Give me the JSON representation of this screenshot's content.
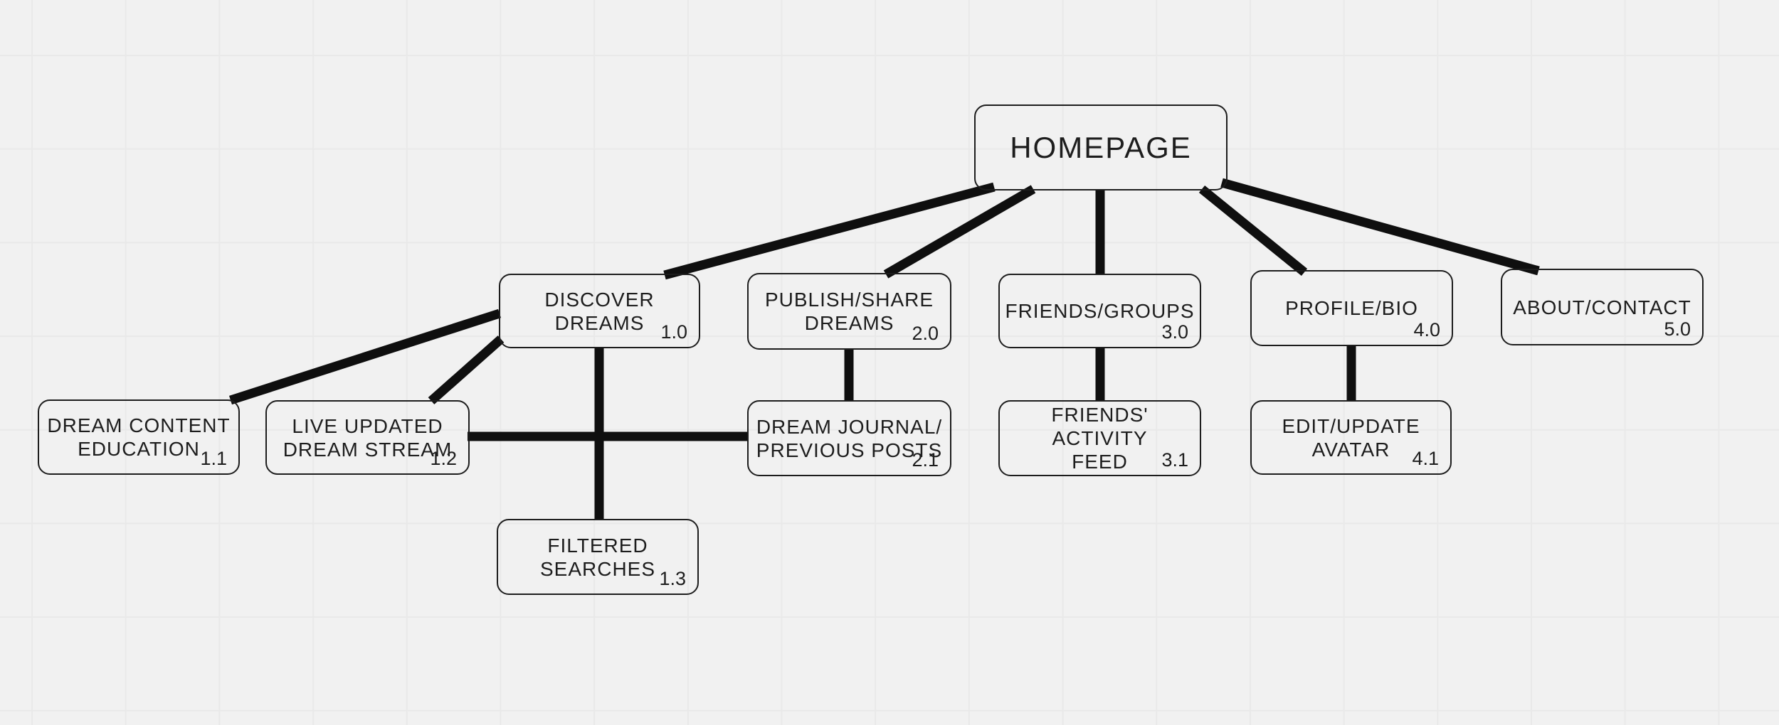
{
  "diagram": {
    "type": "sitemap",
    "background_color": "#f1f1f1",
    "grid_color": "#e9e9e9",
    "box_border_color": "#1d1d1d",
    "connector_color": "#0f0f0f",
    "text_color": "#1d1d1d"
  },
  "nodes": {
    "homepage": {
      "label": "HOMEPAGE"
    },
    "discover": {
      "label": "DISCOVER\nDREAMS",
      "number": "1.0"
    },
    "publish": {
      "label": "PUBLISH/SHARE\nDREAMS",
      "number": "2.0"
    },
    "friends": {
      "label": "FRIENDS/GROUPS",
      "number": "3.0"
    },
    "profile": {
      "label": "PROFILE/BIO",
      "number": "4.0"
    },
    "about": {
      "label": "ABOUT/CONTACT",
      "number": "5.0"
    },
    "education": {
      "label": "DREAM CONTENT\nEDUCATION",
      "number": "1.1"
    },
    "stream": {
      "label": "LIVE UPDATED\nDREAM STREAM",
      "number": "1.2"
    },
    "filtered": {
      "label": "FILTERED\nSEARCHES",
      "number": "1.3"
    },
    "journal": {
      "label": "DREAM JOURNAL/\nPREVIOUS POSTS",
      "number": "2.1"
    },
    "feed": {
      "label": "FRIENDS'\nACTIVITY\nFEED",
      "number": "3.1"
    },
    "avatar": {
      "label": "EDIT/UPDATE\nAVATAR",
      "number": "4.1"
    }
  },
  "edges": [
    {
      "from": "homepage",
      "to": "discover"
    },
    {
      "from": "homepage",
      "to": "publish"
    },
    {
      "from": "homepage",
      "to": "friends"
    },
    {
      "from": "homepage",
      "to": "profile"
    },
    {
      "from": "homepage",
      "to": "about"
    },
    {
      "from": "discover",
      "to": "education"
    },
    {
      "from": "discover",
      "to": "stream"
    },
    {
      "from": "discover",
      "to": "filtered"
    },
    {
      "from": "stream",
      "to": "journal"
    },
    {
      "from": "publish",
      "to": "journal"
    },
    {
      "from": "friends",
      "to": "feed"
    },
    {
      "from": "profile",
      "to": "avatar"
    }
  ]
}
